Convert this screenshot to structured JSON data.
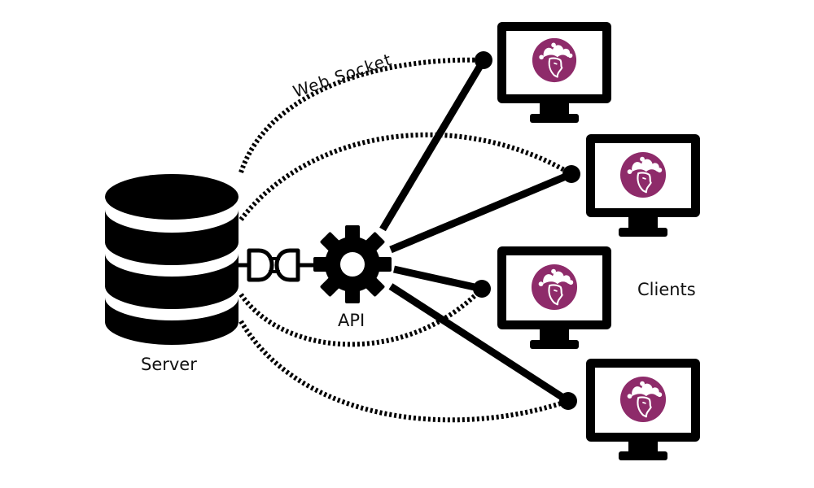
{
  "labels": {
    "server": "Server",
    "api": "API",
    "clients": "Clients",
    "websocket": "Web Socket"
  },
  "colors": {
    "stroke": "#000000",
    "logo": "#8e2b6a",
    "logo_detail": "#ffffff"
  },
  "icons": {
    "server": "database-icon",
    "plug": "plug-icon",
    "api": "gear-icon",
    "client": "monitor-icon",
    "client_logo": "jester-logo-icon"
  }
}
